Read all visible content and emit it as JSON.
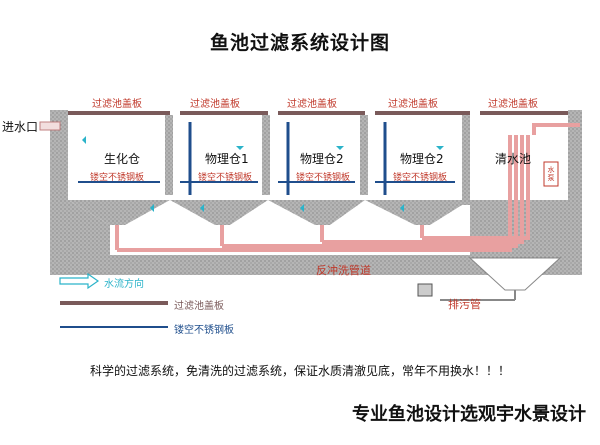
{
  "title": "鱼池过滤系统设计图",
  "inlet_label": "进水口",
  "cover_labels": [
    "过滤池盖板",
    "过滤池盖板",
    "过滤池盖板",
    "过滤池盖板",
    "过滤池盖板"
  ],
  "chambers": [
    "生化仓",
    "物理仓1",
    "物理仓2",
    "物理仓2",
    "清水池"
  ],
  "mesh_labels": [
    "镂空不锈钢板",
    "镂空不锈钢板",
    "镂空不锈钢板",
    "镂空不锈钢板"
  ],
  "pump_label": "水泵",
  "backwash_label": "反冲洗管道",
  "drain_label": "排污管",
  "legend": {
    "flow": "水流方向",
    "cover": "过滤池盖板",
    "mesh": "镂空不锈钢板"
  },
  "footer_note": "科学的过滤系统，免清洗的过滤系统，保证水质清澈见底，常年不用换水！！！",
  "footer_brand": "专业鱼池设计选观宇水景设计",
  "colors": {
    "wall": "#9a9a9a",
    "pipe": "#e8a0a0",
    "cover": "#7a5a5a",
    "mesh": "#1f4e8c",
    "arrow": "#2bb3c9",
    "label_red": "#c0392b"
  }
}
